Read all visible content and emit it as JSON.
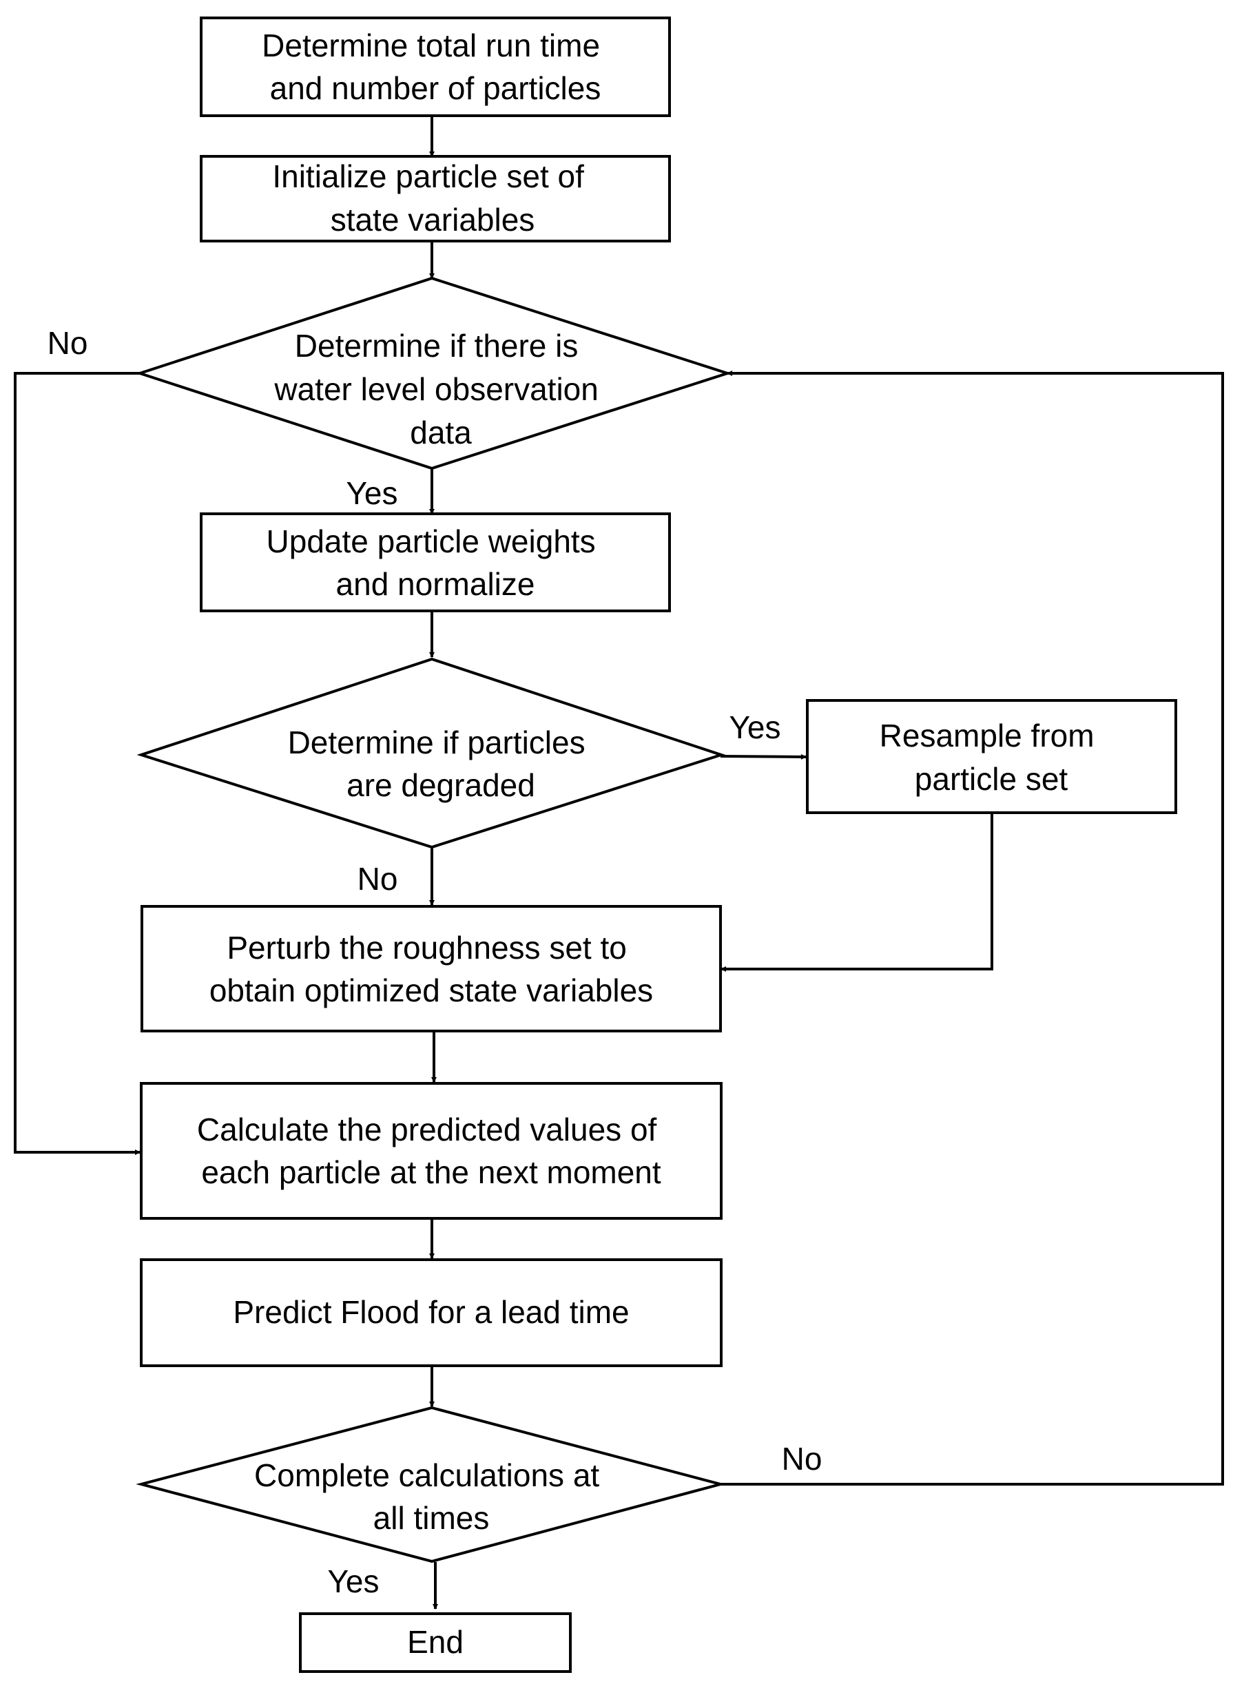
{
  "nodes": {
    "determine_run_time": {
      "lines": [
        "Determine total run time",
        "and number of particles"
      ]
    },
    "initialize_particles": {
      "lines": [
        "Initialize particle set of",
        "state variables"
      ]
    },
    "decision_observation": {
      "lines": [
        "Determine if there is",
        "water level observation",
        "data"
      ]
    },
    "update_weights": {
      "lines": [
        "Update particle weights",
        "and normalize"
      ]
    },
    "decision_degraded": {
      "lines": [
        "Determine if particles",
        "are degraded"
      ]
    },
    "resample": {
      "lines": [
        "Resample from",
        "particle set"
      ]
    },
    "perturb_roughness": {
      "lines": [
        "Perturb the roughness set to",
        "obtain optimized state variables"
      ]
    },
    "calculate_predicted": {
      "lines": [
        "Calculate the predicted values of",
        "each particle at the next moment"
      ]
    },
    "predict_flood": {
      "lines": [
        "Predict Flood for a lead time"
      ]
    },
    "decision_complete": {
      "lines": [
        "Complete calculations at",
        "all times"
      ]
    },
    "end": {
      "lines": [
        "End"
      ]
    }
  },
  "edge_labels": {
    "observation_no": "No",
    "observation_yes": "Yes",
    "degraded_yes": "Yes",
    "degraded_no": "No",
    "complete_no": "No",
    "complete_yes": "Yes"
  }
}
